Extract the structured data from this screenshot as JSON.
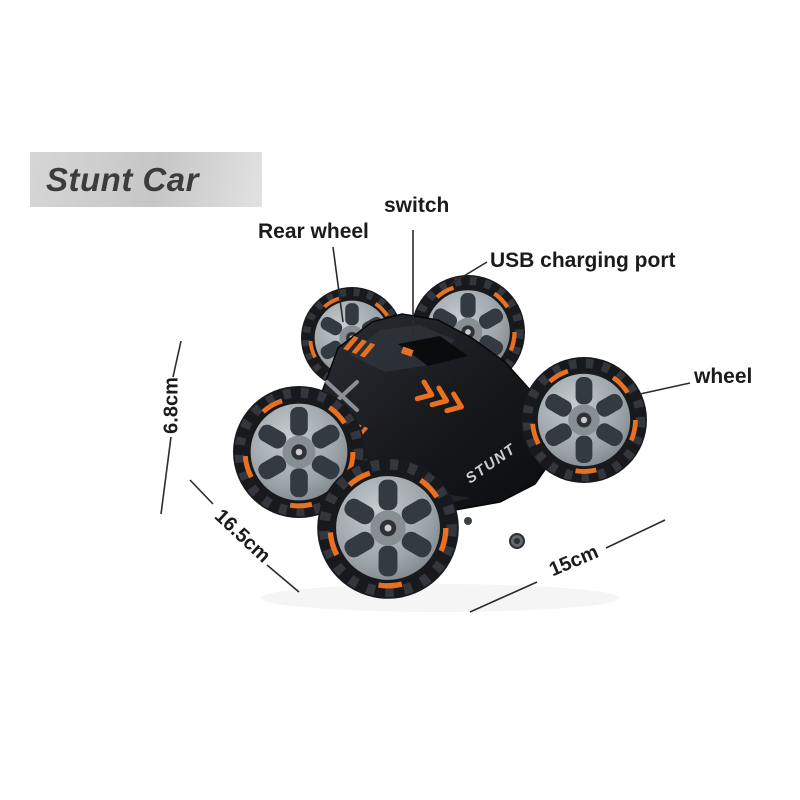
{
  "page": {
    "background": "#ffffff"
  },
  "title_badge": {
    "label": "Stunt Car"
  },
  "callouts": {
    "switch": {
      "label": "switch"
    },
    "rear_wheel": {
      "label": "Rear wheel"
    },
    "usb_port": {
      "label": "USB charging port"
    },
    "wheel": {
      "label": "wheel"
    }
  },
  "dimensions": {
    "height": {
      "label": "6.8cm"
    },
    "length": {
      "label": "16.5cm"
    },
    "width": {
      "label": "15cm"
    }
  },
  "product": {
    "body_text": "STUNT",
    "colors": {
      "accent_orange": "#e8701f",
      "body_dark": "#17191d",
      "wheel_rim": "#9aa2a8",
      "label_text": "#1b1b1b",
      "badge_text": "#3c3c3c",
      "badge_bg_from": "#d6d6d6",
      "badge_bg_to": "#c6c6c6",
      "line": "#2b2b2b"
    }
  }
}
